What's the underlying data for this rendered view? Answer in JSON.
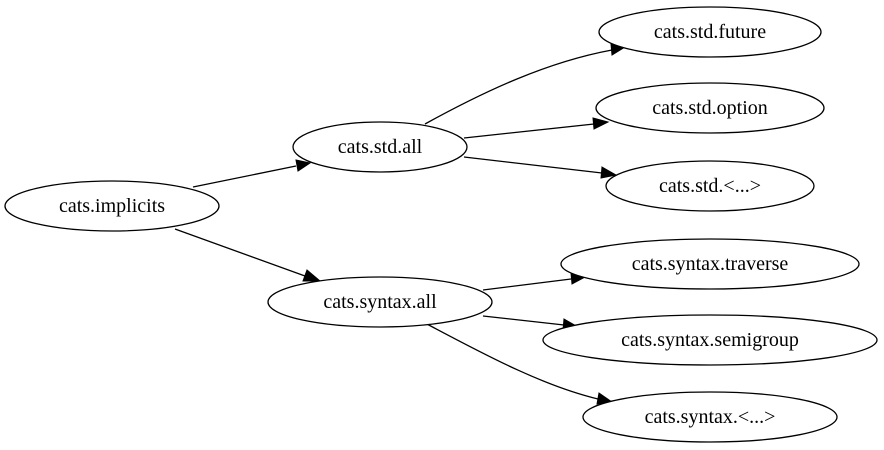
{
  "graph": {
    "nodes": [
      {
        "id": "implicits",
        "label": "cats.implicits"
      },
      {
        "id": "std_all",
        "label": "cats.std.all"
      },
      {
        "id": "syntax_all",
        "label": "cats.syntax.all"
      },
      {
        "id": "std_future",
        "label": "cats.std.future"
      },
      {
        "id": "std_option",
        "label": "cats.std.option"
      },
      {
        "id": "std_more",
        "label": "cats.std.<...>"
      },
      {
        "id": "syn_trav",
        "label": "cats.syntax.traverse"
      },
      {
        "id": "syn_semi",
        "label": "cats.syntax.semigroup"
      },
      {
        "id": "syn_more",
        "label": "cats.syntax.<...>"
      }
    ],
    "edges": [
      {
        "from": "implicits",
        "to": "std_all"
      },
      {
        "from": "implicits",
        "to": "syntax_all"
      },
      {
        "from": "std_all",
        "to": "std_future"
      },
      {
        "from": "std_all",
        "to": "std_option"
      },
      {
        "from": "std_all",
        "to": "std_more"
      },
      {
        "from": "syntax_all",
        "to": "syn_trav"
      },
      {
        "from": "syntax_all",
        "to": "syn_semi"
      },
      {
        "from": "syntax_all",
        "to": "syn_more"
      }
    ]
  }
}
